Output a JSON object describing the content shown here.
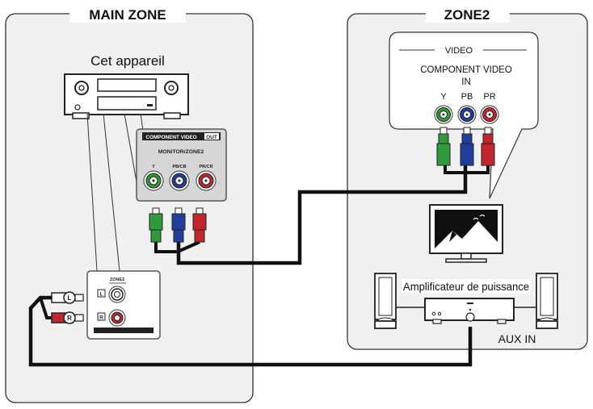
{
  "main_zone": {
    "title": "MAIN ZONE",
    "device_label": "Cet appareil",
    "component_panel": {
      "header": "COMPONENT VIDEO",
      "header_badge": "OUT",
      "subtitle": "MONITOR/ZONE2",
      "jacks": [
        "Y",
        "PB/CB",
        "PR/CR"
      ]
    },
    "audio_panel": {
      "label": "ZONE2",
      "channels": [
        "L",
        "R"
      ]
    },
    "cable_labels": [
      "L",
      "R"
    ]
  },
  "zone2": {
    "title": "ZONE2",
    "video_callout": {
      "section": "VIDEO",
      "line1": "COMPONENT VIDEO",
      "line2": "IN",
      "jacks": [
        "Y",
        "PB",
        "PR"
      ]
    },
    "amplifier_label": "Amplificateur de puissance",
    "aux_label": "AUX IN"
  },
  "colors": {
    "green": "#2f9a3a",
    "blue": "#233d9a",
    "red": "#c2252c",
    "cable": "#111111",
    "panel_gray": "#d6d6d6"
  }
}
